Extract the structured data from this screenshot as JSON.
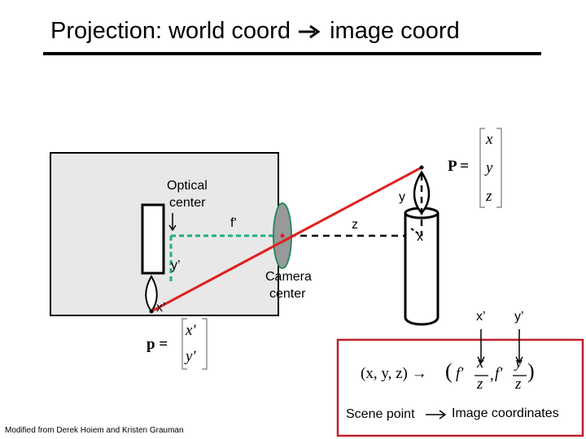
{
  "title": "Projection: world coord",
  "title_suffix": "image coord",
  "labels": {
    "optical_center_line1": "Optical",
    "optical_center_line2": "center",
    "f": "f'",
    "y_prime_left": "y’",
    "x_prime_left": "x’",
    "camera_line1": "Camera",
    "camera_line2": "center",
    "y_world": "y",
    "z_world": "z",
    "x_world": "x",
    "x_prime_right": "x’",
    "y_prime_right": "y’",
    "scene_point": "Scene point",
    "image_coordinates": "Image coordinates"
  },
  "matrix_P": {
    "lhs": "P =",
    "rows": [
      "x",
      "y",
      "z"
    ]
  },
  "vector_p": {
    "lhs": "p =",
    "rows": [
      "x'",
      "y'"
    ]
  },
  "formula": {
    "lhs": "(x, y, z) →",
    "open": "(",
    "f1": "f'",
    "num1": "x",
    "den1": "z",
    "comma": ",",
    "f2": "f'",
    "num2": "y",
    "den2": "z",
    "close": ")"
  },
  "credit": "Modified from Derek Hoiem and Kristen Grauman",
  "colors": {
    "box_fill": "#e8e8e8",
    "ray": "#e02020",
    "dashed_green": "#20b080",
    "lens_fill": "#999999",
    "lens_stroke": "#2a8a5a",
    "highlight_border": "#c0202a"
  }
}
